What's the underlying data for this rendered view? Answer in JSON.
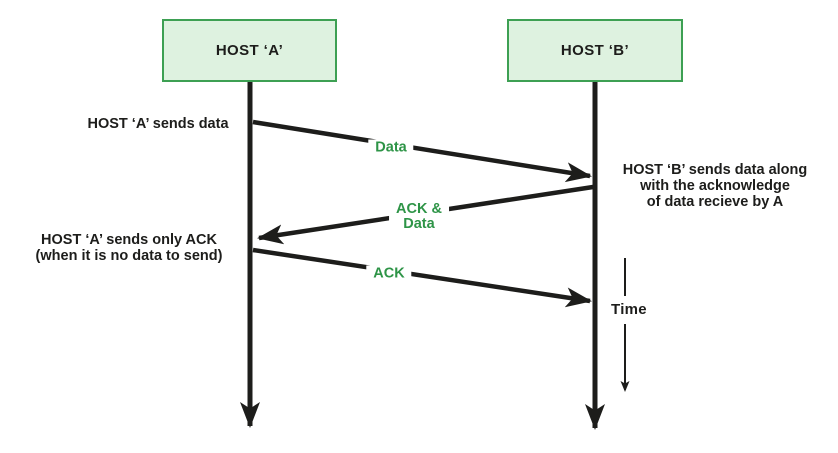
{
  "hosts": {
    "a_label": "HOST ‘A’",
    "b_label": "HOST ‘B’"
  },
  "messages": {
    "data_label": "Data",
    "ack_data_line1": "ACK &",
    "ack_data_line2": "Data",
    "ack_label": "ACK"
  },
  "annotations": {
    "a_sends_data": "HOST ‘A’ sends data",
    "a_sends_ack_line1": "HOST ‘A’ sends only ACK",
    "a_sends_ack_line2": "(when it is no data to send)",
    "b_note_line1": "HOST ‘B’ sends data along",
    "b_note_line2": "with the acknowledge",
    "b_note_line3": "of data recieve by A",
    "time_label": "Time"
  },
  "colors": {
    "box_fill": "#def2e0",
    "box_border": "#3da053",
    "line_color": "#1d1d1b",
    "message_text_color": "#2e9447",
    "annotation_text_color": "#1d1d1b",
    "background": "#ffffff"
  }
}
